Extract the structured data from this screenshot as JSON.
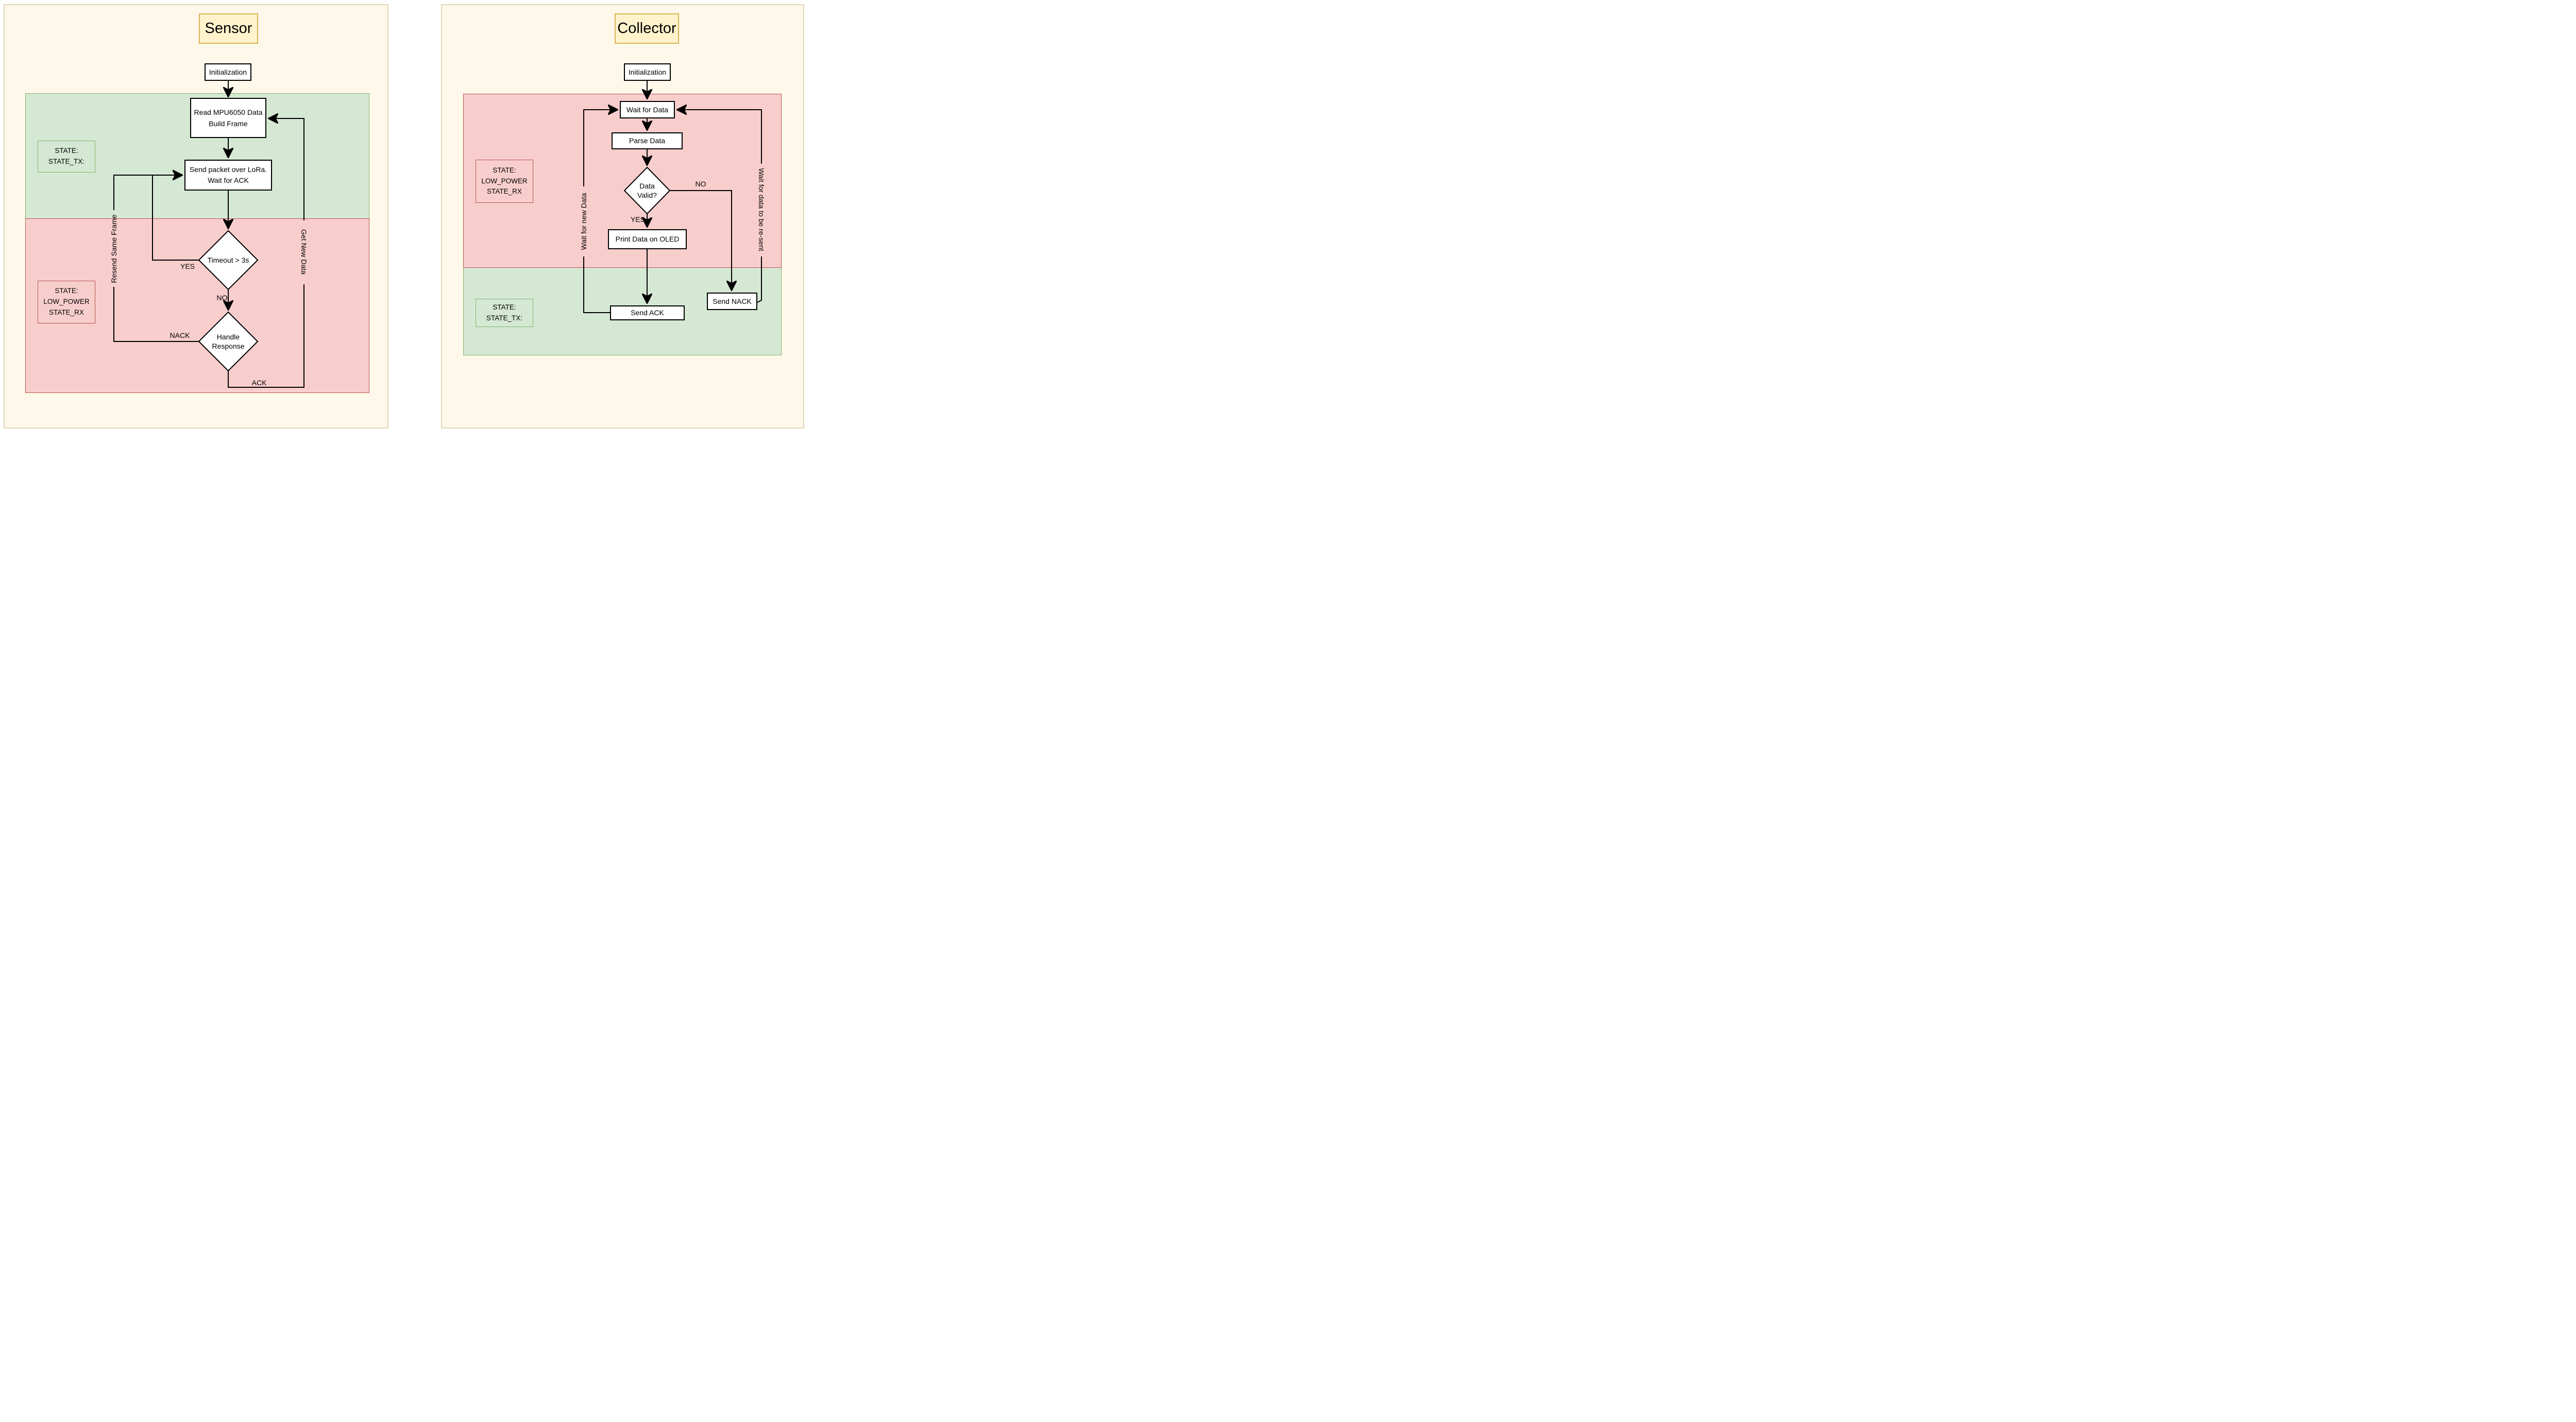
{
  "colors": {
    "panel_bg": "#FDF8E9",
    "panel_border": "#E3D9B5",
    "title_bg": "#FFF2CC",
    "title_border": "#D6B656",
    "green_bg": "#D5E8D4",
    "green_border": "#82B366",
    "red_bg": "#F8CECC",
    "red_border": "#B85450",
    "node_bg": "#FFFFFF",
    "line": "#000000"
  },
  "sensor": {
    "title": "Sensor",
    "nodes": {
      "init": "Initialization",
      "read": "Read MPU6050 Data\nBuild Frame",
      "send": "Send packet over LoRa.\nWait for ACK",
      "timeout": "Timeout > 3s",
      "handle": "Handle\nResponse"
    },
    "state_labels": {
      "tx": "STATE:\nSTATE_TX:",
      "rx": "STATE:\nLOW_POWER\nSTATE_RX"
    },
    "edge_labels": {
      "yes": "YES",
      "no": "NO",
      "nack": "NACK",
      "ack": "ACK",
      "resend": "Resend Same Frame",
      "get_new": "Get New Data"
    }
  },
  "collector": {
    "title": "Collector",
    "nodes": {
      "init": "Initialization",
      "wait": "Wait for Data",
      "parse": "Parse Data",
      "valid": "Data\nValid?",
      "print": "Print Data on OLED",
      "send_ack": "Send ACK",
      "send_nack": "Send NACK"
    },
    "state_labels": {
      "low_power": "STATE:\nLOW_POWER\nSTATE_RX",
      "tx": "STATE:\nSTATE_TX:"
    },
    "edge_labels": {
      "yes": "YES",
      "no": "NO",
      "wait_new": "Wait for new Data",
      "wait_resent": "Wait for data to be re-sent"
    }
  }
}
